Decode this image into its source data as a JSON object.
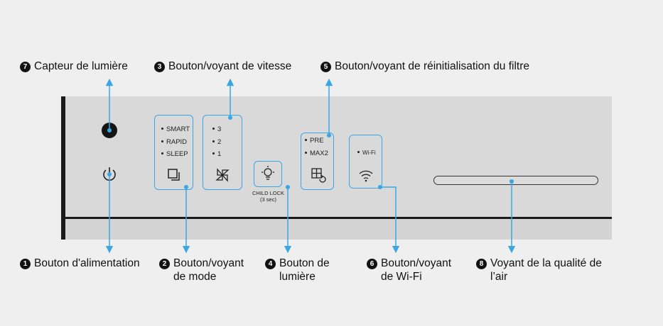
{
  "callouts": {
    "light_sensor": {
      "num": "7",
      "text": "Capteur de lumière"
    },
    "speed": {
      "num": "3",
      "text": "Bouton/voyant de vitesse"
    },
    "filter_reset": {
      "num": "5",
      "text": "Bouton/voyant de réinitialisation du filtre"
    },
    "power": {
      "num": "1",
      "text": "Bouton d'alimentation"
    },
    "mode": {
      "num": "2",
      "text": "Bouton/voyant",
      "text2": "de mode"
    },
    "light": {
      "num": "4",
      "text": "Bouton de",
      "text2": "lumière"
    },
    "wifi": {
      "num": "6",
      "text": "Bouton/voyant",
      "text2": "de Wi-Fi"
    },
    "air_quality": {
      "num": "8",
      "text": "Voyant de la qualité de",
      "text2": "l’air"
    }
  },
  "panel": {
    "mode_options": [
      "SMART",
      "RAPID",
      "SLEEP"
    ],
    "speed_options": [
      "3",
      "2",
      "1"
    ],
    "filter_options": [
      "PRE",
      "MAX2"
    ],
    "wifi_label": "Wi-Fi",
    "child_lock": "CHILD LOCK",
    "child_lock_time": "(3 sec)"
  },
  "icons": {
    "power": "power-icon",
    "mode": "mode-squares-icon",
    "speed": "fan-icon",
    "light": "light-bulb-icon",
    "filter": "filter-reset-icon",
    "wifi": "wifi-icon"
  },
  "colors": {
    "accent": "#3aa6e6",
    "panel": "#d9d9d9",
    "background": "#efefef"
  }
}
